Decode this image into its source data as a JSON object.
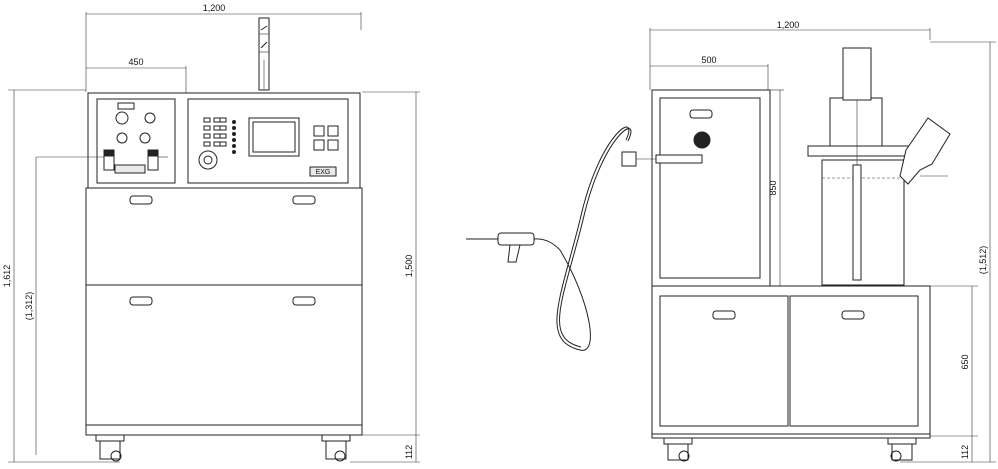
{
  "front_view": {
    "dims": {
      "overall_width": "1,200",
      "panel_width": "450",
      "overall_height": "1,612",
      "inner_height": "(1,312)",
      "body_height": "1,500",
      "caster_height": "112"
    }
  },
  "side_view": {
    "dims": {
      "overall_width": "1,200",
      "cabinet_width": "500",
      "upper_height": "850",
      "overall_height": "(1,512)",
      "lower_height": "650",
      "caster_height": "112"
    }
  },
  "panel_logo": "EXG"
}
